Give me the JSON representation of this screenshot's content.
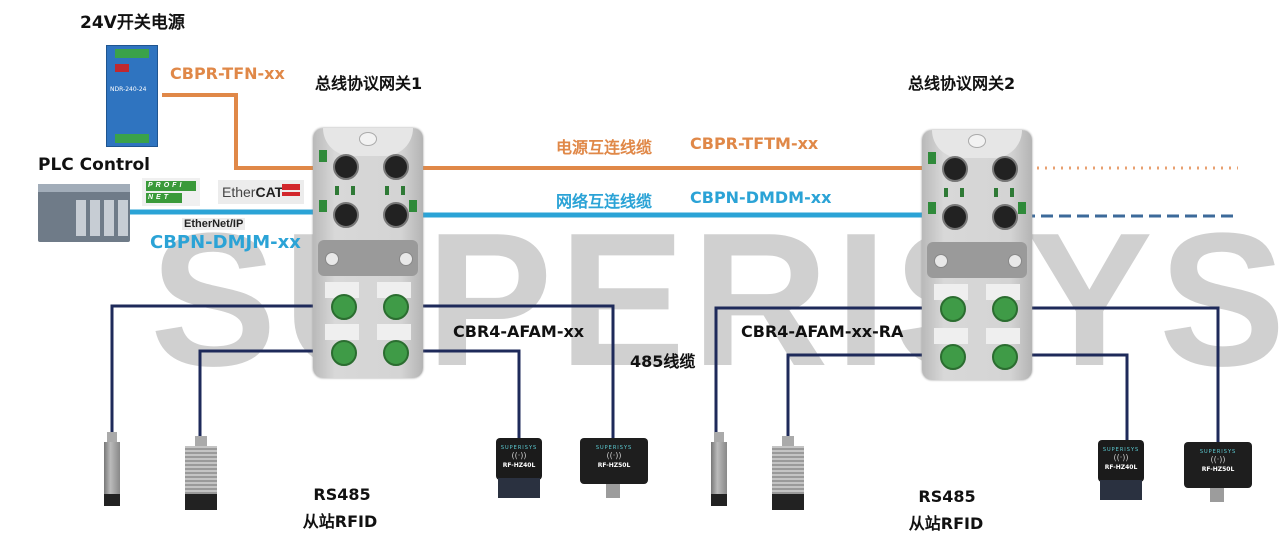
{
  "watermark": "SUPERISYS",
  "power_supply": {
    "title": "24V开关电源",
    "model": "NDR-240-24",
    "cable_label": "CBPR-TFN-xx"
  },
  "plc": {
    "title": "PLC Control",
    "protocols": {
      "profinet_row1": "PROFI",
      "profinet_row2": "NET",
      "ethercat_prefix": "Ether",
      "ethercat_suffix": "CAT",
      "ethernet_ip": "EtherNet/IP"
    },
    "cable_label": "CBPN-DMJM-xx"
  },
  "gateways": [
    {
      "title": "总线协议网关1",
      "io_cable_label": "CBR4-AFAM-xx"
    },
    {
      "title": "总线协议网关2",
      "io_cable_label": "CBR4-AFAM-xx-RA"
    }
  ],
  "interconnect": {
    "power_label_cn": "电源互连线缆",
    "power_label_code": "CBPR-TFTM-xx",
    "network_label_cn": "网络互连线缆",
    "network_label_code": "CBPN-DMDM-xx"
  },
  "rs485_cable_label": "485线缆",
  "slave_groups": [
    {
      "line1": "RS485",
      "line2": "从站RFID"
    },
    {
      "line1": "RS485",
      "line2": "从站RFID"
    }
  ],
  "rfid_devices": {
    "brand": "SUPERISYS",
    "model_small": "RF-HZ40L",
    "model_large": "RF-HZ50L"
  },
  "colors": {
    "power_cable": "#e08848",
    "network_cable": "#2ba3d6",
    "rs485_cable": "#1e2a5a",
    "dashed_network": "#3c6a9a",
    "watermark": "#c8c8c8"
  }
}
